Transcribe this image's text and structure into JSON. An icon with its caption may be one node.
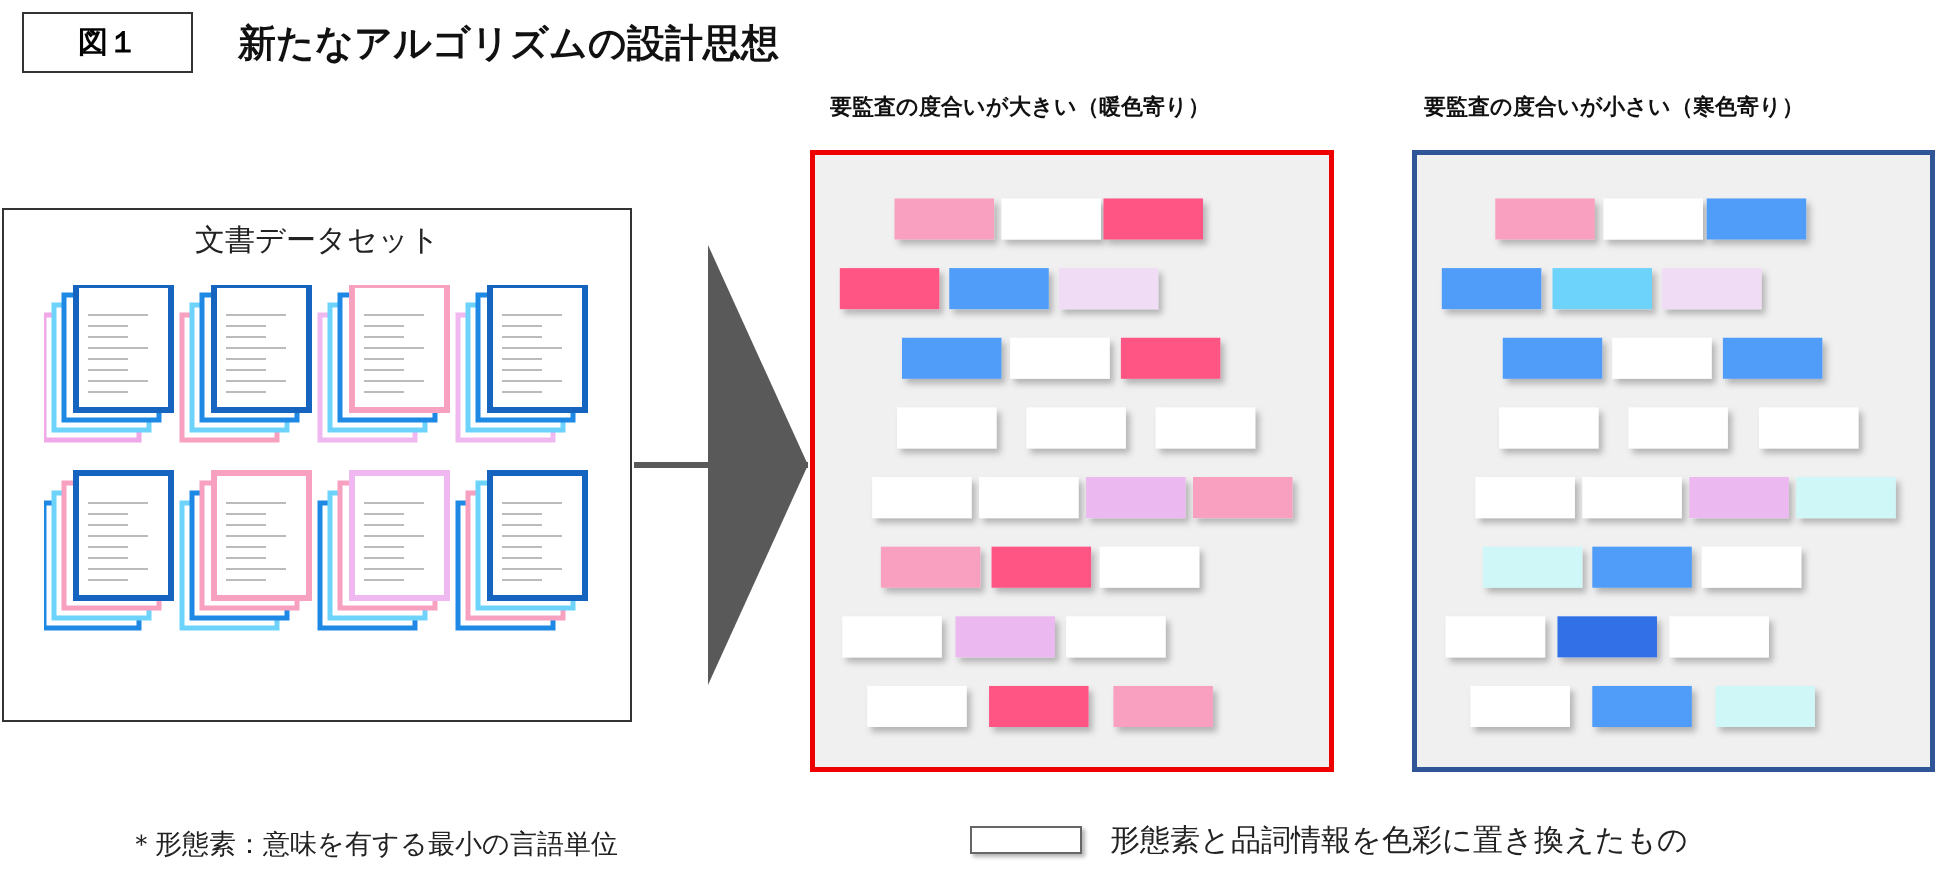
{
  "diagram": {
    "title": "新たなアルゴリズムの設計思想",
    "nodes": [
      {
        "text": [
          "文書データセット"
        ]
      },
      {
        "text": [
          "要監査の度合いが大きい（暖色寄り）"
        ]
      },
      {
        "text": [
          "要監査の度合いが小さい（寒色寄り）"
        ]
      }
    ],
    "edges": [
      {
        "from": 0,
        "to": 1,
        "arrow": "to"
      }
    ],
    "labels": [
      "図１",
      "＊形態素：意味を有する最小の言語単位"
    ],
    "legend": [
      {
        "text": "形態素と品詞情報を色彩に置き換えたもの",
        "color": "#ffffff"
      }
    ]
  }
}
